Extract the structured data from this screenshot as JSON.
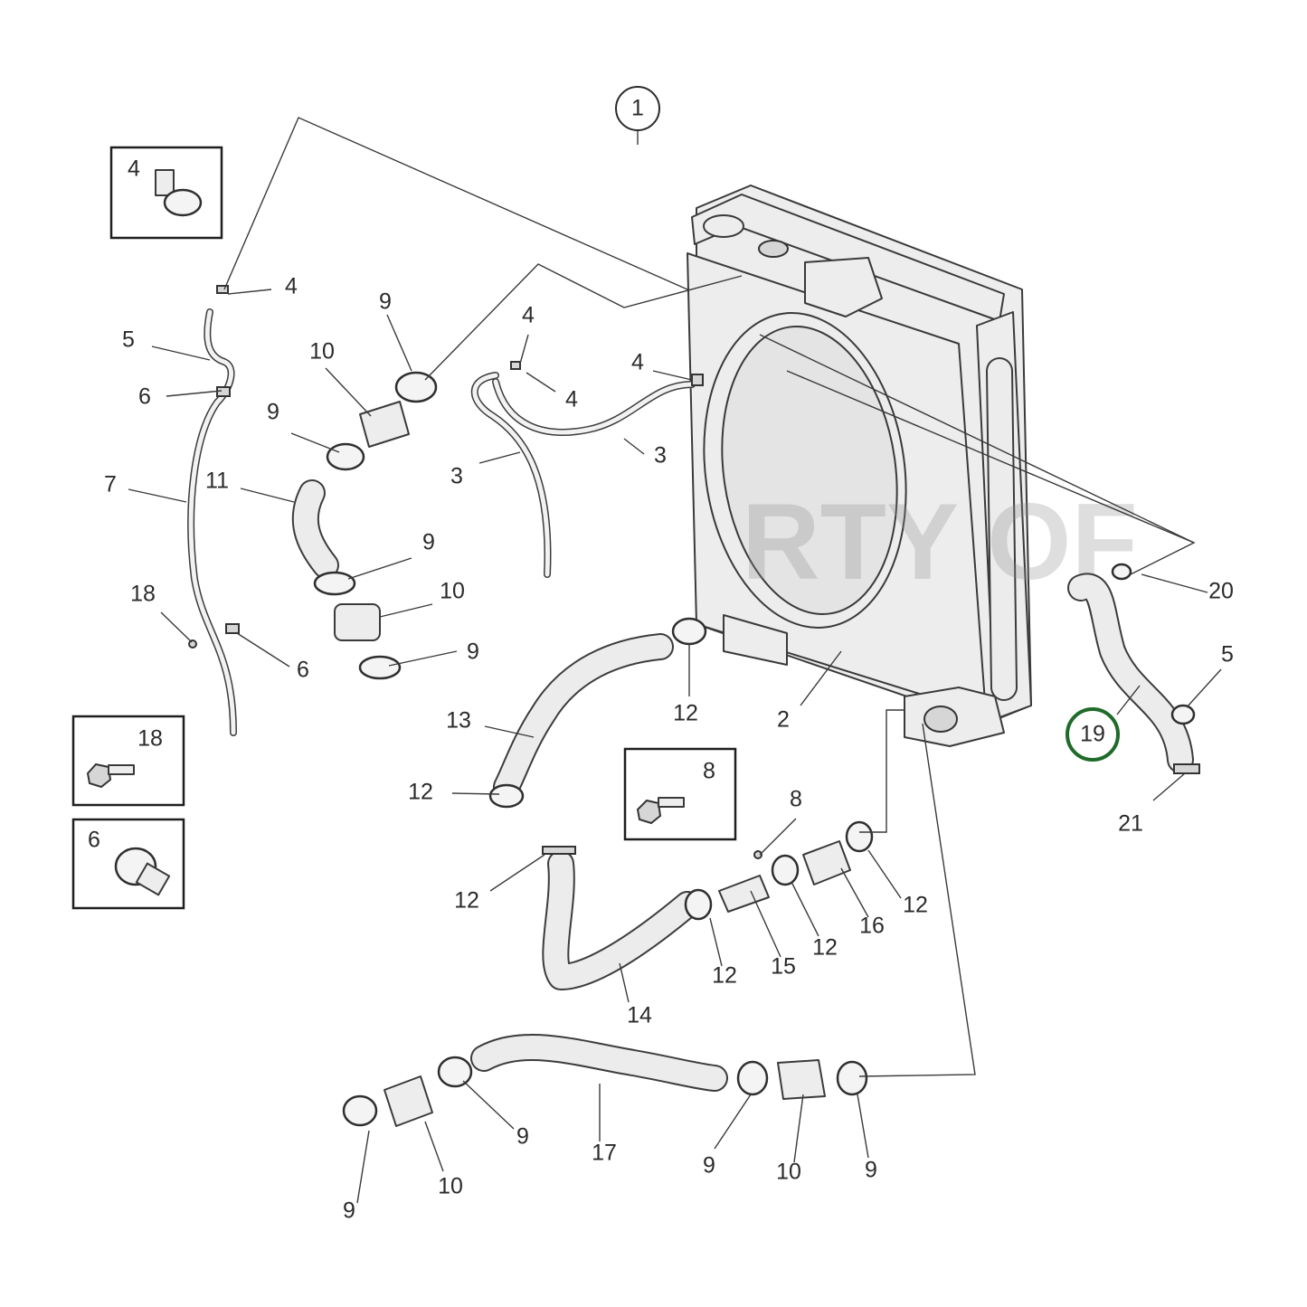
{
  "group_number": "1",
  "highlighted_callout": {
    "label": "19",
    "color": "#1e6b2a"
  },
  "callouts": {
    "c4a": "4",
    "c4b": "4",
    "c4c": "4",
    "c4d": "4",
    "c5a": "5",
    "c5b": "5",
    "c6a": "6",
    "c6b": "6",
    "c7": "7",
    "c9a": "9",
    "c9b": "9",
    "c9c": "9",
    "c9d": "9",
    "c9e": "9",
    "c9f": "9",
    "c9g": "9",
    "c9h": "9",
    "c10a": "10",
    "c10b": "10",
    "c10c": "10",
    "c10d": "10",
    "c11": "11",
    "c3a": "3",
    "c3b": "3",
    "c2": "2",
    "c8": "8",
    "c12a": "12",
    "c12b": "12",
    "c12c": "12",
    "c12d": "12",
    "c12e": "12",
    "c12f": "12",
    "c13": "13",
    "c14": "14",
    "c15": "15",
    "c16": "16",
    "c17": "17",
    "c18": "18",
    "c20": "20",
    "c21": "21"
  },
  "insets": [
    {
      "label": "4"
    },
    {
      "label": "18"
    },
    {
      "label": "6"
    },
    {
      "label": "8"
    }
  ],
  "watermark": "RTY OF"
}
